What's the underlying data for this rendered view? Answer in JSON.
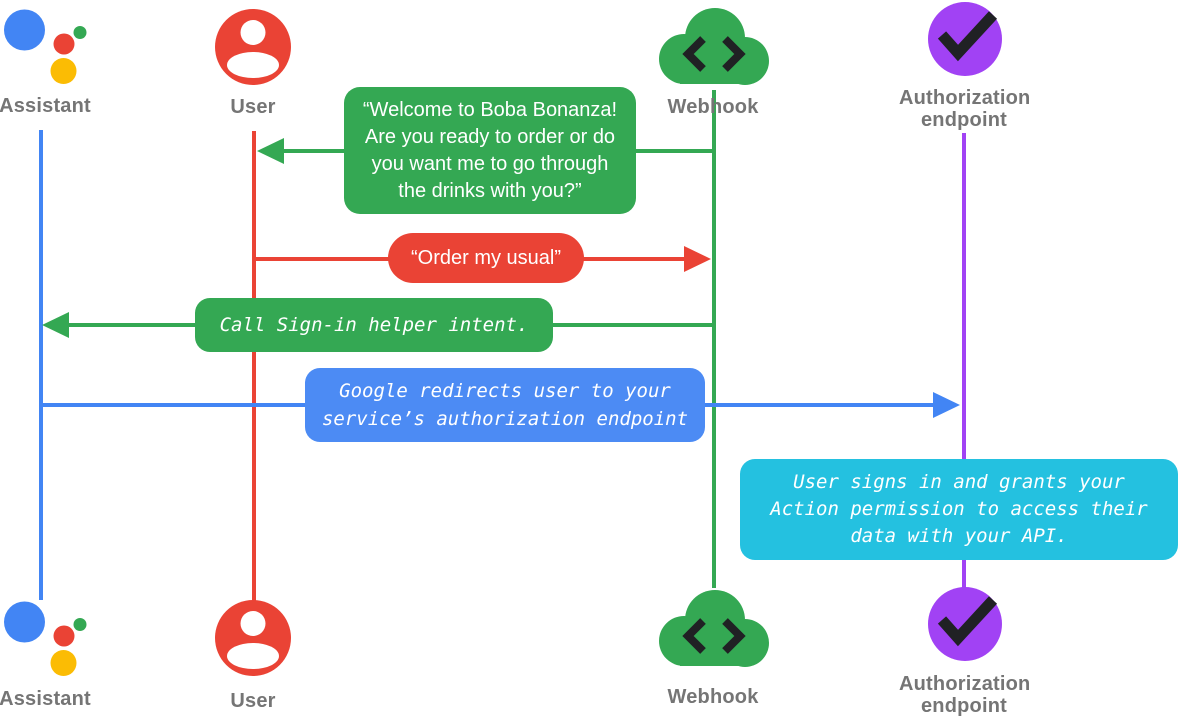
{
  "palette": {
    "assistant_blue": "#4285F4",
    "user_red": "#EA4335",
    "webhook_green": "#34A853",
    "auth_purple": "#A142F4",
    "note_cyan": "#24C1E0",
    "logo_yellow": "#FBBC04",
    "label_gray": "#757575",
    "icon_ink": "#202124",
    "bubble_text": "#FFFFFF"
  },
  "actors": {
    "assistant": {
      "label": "Assistant",
      "icon": "google-assistant-logo"
    },
    "user": {
      "label": "User",
      "icon": "user-circle"
    },
    "webhook": {
      "label": "Webhook",
      "icon": "cloud-code"
    },
    "auth_endpoint": {
      "label_line1": "Authorization",
      "label_line2": "endpoint",
      "icon": "check-circle"
    }
  },
  "messages": {
    "welcome": {
      "from": "Webhook",
      "to": "User",
      "type": "speech-bubble",
      "lines": [
        "“Welcome to Boba Bonanza!",
        "Are you ready to order or do",
        "you want me to go through",
        "the drinks with you?”"
      ]
    },
    "order_my_usual": {
      "from": "User",
      "to": "Webhook",
      "type": "speech-bubble",
      "text": "“Order my usual”"
    },
    "call_signin_helper": {
      "from": "Webhook",
      "to": "Assistant",
      "type": "code-label",
      "text": "Call Sign-in helper intent."
    },
    "redirect_to_auth": {
      "from": "Assistant",
      "to": "Authorization endpoint",
      "type": "code-label",
      "lines": [
        "Google redirects user to your",
        "service’s authorization endpoint"
      ]
    },
    "user_grants_access": {
      "near": "Authorization endpoint",
      "type": "note",
      "lines": [
        "User signs in and grants your",
        "Action permission to access their",
        "data with your API."
      ]
    }
  }
}
